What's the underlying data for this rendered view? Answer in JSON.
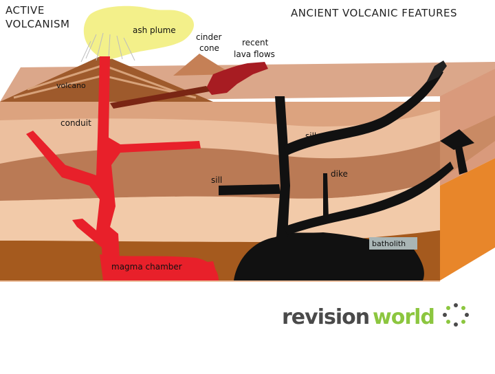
{
  "diagram": {
    "left_heading": {
      "line1": "ACTIVE",
      "line2": "VOLCANISM"
    },
    "right_heading": "ANCIENT VOLCANIC FEATURES",
    "labels": {
      "ash_plume": "ash plume",
      "cinder_cone_l1": "cinder",
      "cinder_cone_l2": "cone",
      "recent_lava_l1": "recent",
      "recent_lava_l2": "lava flows",
      "volcano": "volcano",
      "conduit": "conduit",
      "sill_upper": "sill",
      "sill_lower": "sill",
      "dike": "dike",
      "batholith": "batholith",
      "magma_chamber": "magma chamber"
    }
  },
  "logo": {
    "part1": "revision",
    "part2": "world"
  },
  "colors": {
    "magma": "#e8202a",
    "intrusion": "#111111",
    "ash": "#f3f08a",
    "surface": "#dba78a",
    "layer_light": "#f0c5a5",
    "layer_mid": "#ba7a55",
    "layer_deep": "#a55a1e",
    "side_orange": "#e8862a",
    "logo_green": "#8cc63f"
  }
}
